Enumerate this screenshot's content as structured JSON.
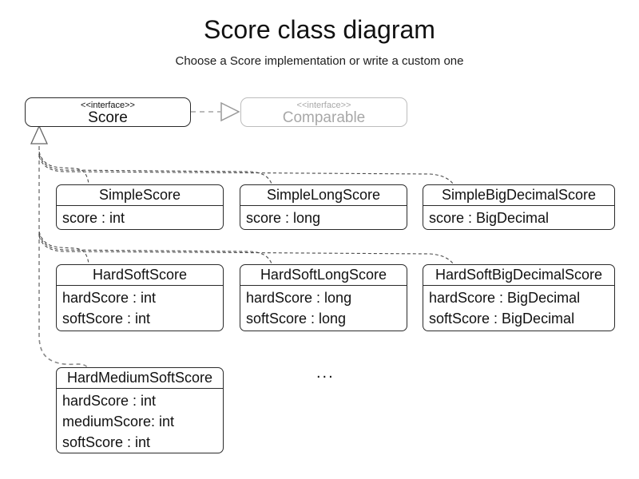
{
  "page": {
    "title": "Score class diagram",
    "subtitle": "Choose a Score implementation or write a custom one",
    "ellipsis": "..."
  },
  "interfaces": {
    "score": {
      "stereotype": "<<interface>>",
      "name": "Score"
    },
    "comparable": {
      "stereotype": "<<interface>>",
      "name": "Comparable"
    }
  },
  "classes": [
    {
      "name": "SimpleScore",
      "attributes": [
        "score : int"
      ]
    },
    {
      "name": "SimpleLongScore",
      "attributes": [
        "score : long"
      ]
    },
    {
      "name": "SimpleBigDecimalScore",
      "attributes": [
        "score : BigDecimal"
      ]
    },
    {
      "name": "HardSoftScore",
      "attributes": [
        "hardScore : int",
        "softScore : int"
      ]
    },
    {
      "name": "HardSoftLongScore",
      "attributes": [
        "hardScore : long",
        "softScore : long"
      ]
    },
    {
      "name": "HardSoftBigDecimalScore",
      "attributes": [
        "hardScore : BigDecimal",
        "softScore : BigDecimal"
      ]
    },
    {
      "name": "HardMediumSoftScore",
      "attributes": [
        "hardScore : int",
        "mediumScore: int",
        "softScore : int"
      ]
    }
  ],
  "colors": {
    "box_border": "#2a2a2a",
    "muted_border": "#bdbdbd",
    "muted_text": "#a8a8a8",
    "realization_line": "#bbbbbb",
    "arrowhead_stroke": "#999999",
    "trunk_line": "#888888",
    "branch_line": "#4a4a4a"
  }
}
